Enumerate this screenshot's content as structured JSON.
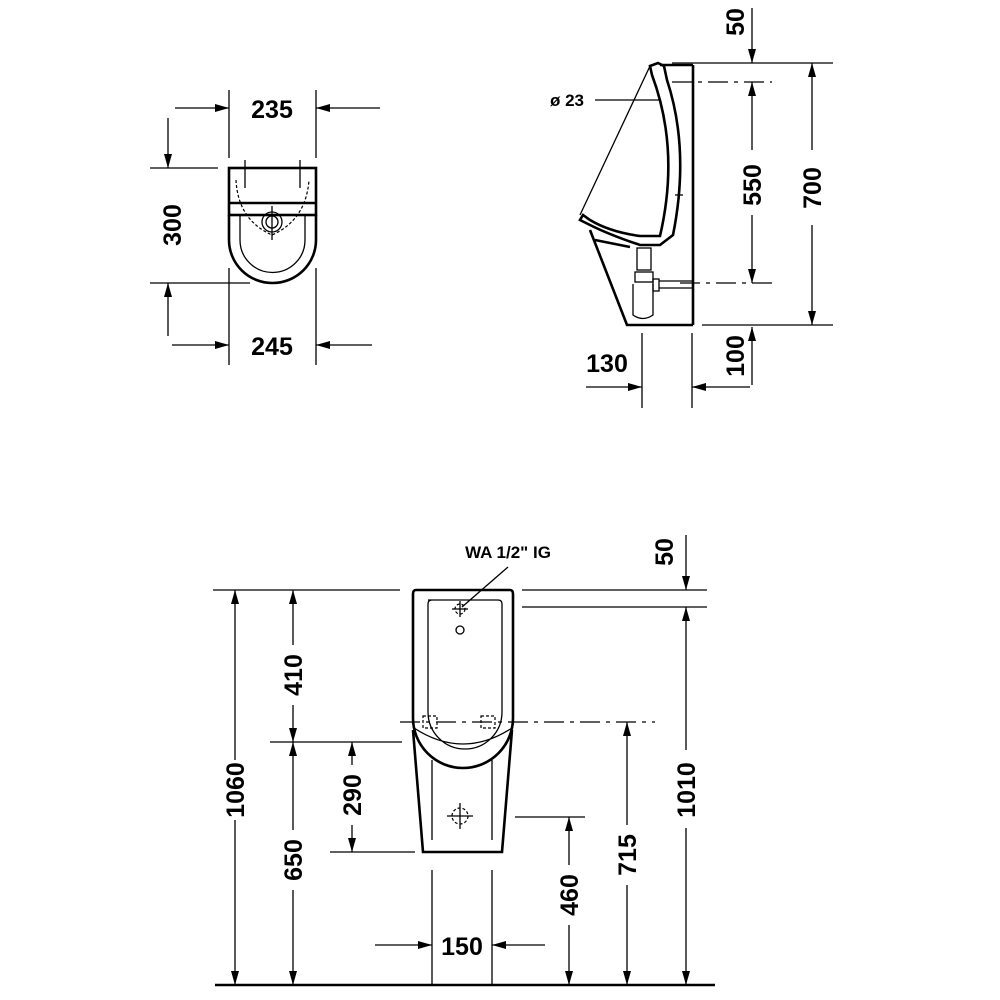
{
  "top_view": {
    "width_top": "235",
    "depth": "300",
    "width_bottom": "245"
  },
  "side_view": {
    "pipe_diameter": "ø 23",
    "top_offset": "50",
    "inlet_to_outlet": "550",
    "height": "700",
    "projection": "130",
    "outlet_height": "100"
  },
  "front_view": {
    "inlet_label": "WA  1/2\" IG",
    "top_offset": "50",
    "total_height": "1060",
    "upper_fixing": "410",
    "lower_fixing": "650",
    "fixing_to_bottom": "290",
    "outlet_height": "460",
    "fixing_height": "715",
    "rim_height": "1010",
    "outlet_width": "150"
  }
}
